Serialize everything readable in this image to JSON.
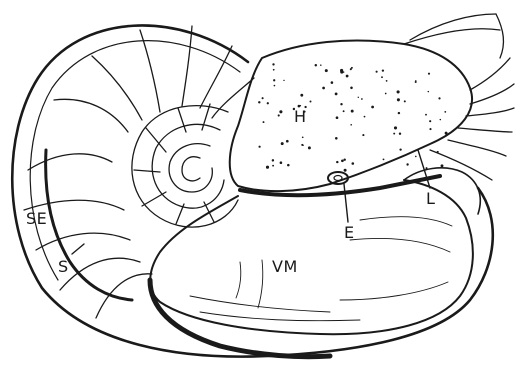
{
  "diagram": {
    "colors": {
      "ink": "#1a1a1a",
      "paper": "#ffffff"
    },
    "labels": {
      "hood": "H",
      "visceral_mass": "VM",
      "eye": "E",
      "lip": "L",
      "septum": "S",
      "septal_edge": "SE"
    }
  }
}
